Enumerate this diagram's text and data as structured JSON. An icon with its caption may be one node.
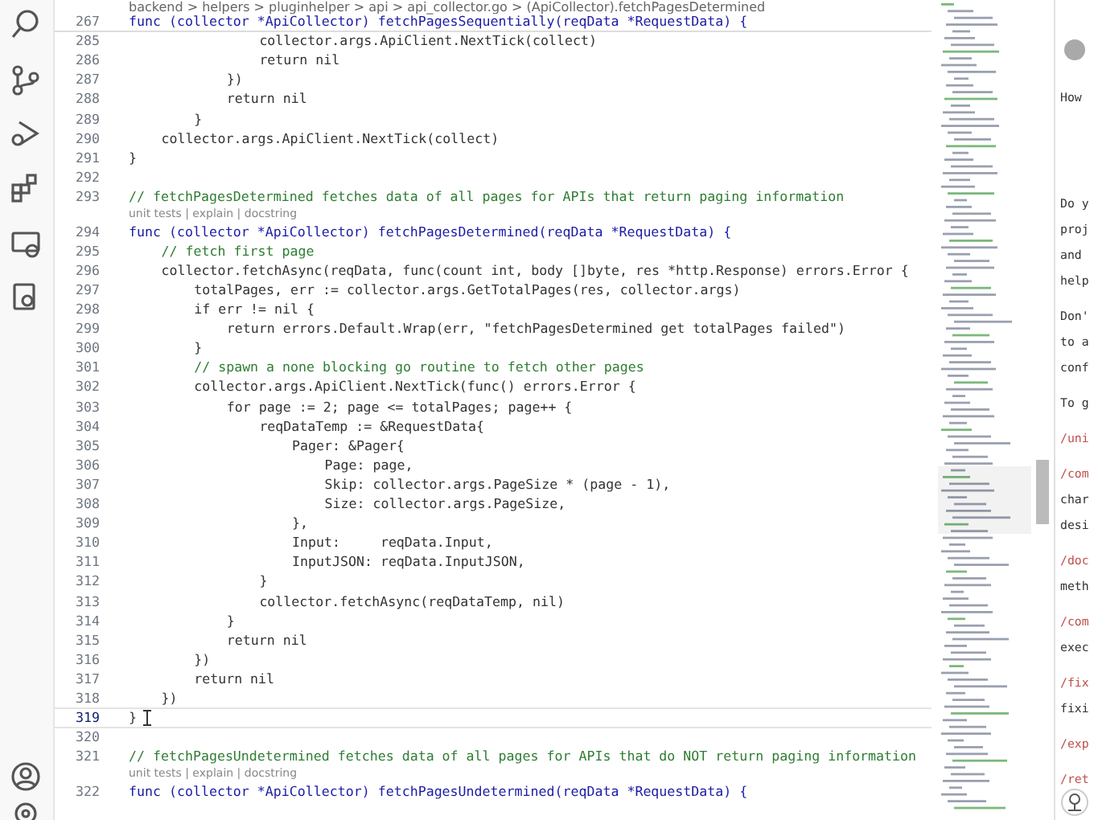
{
  "diagram": {
    "labels": [
      "backend > helpers > pluginhelper > api > api_collector.go > (ApiCollector).fetchPagesDetermined",
      "267",
      "func (collector *ApiCollector) fetchPagesSequentially(reqData *RequestData) {",
      "285",
      "collector.args.ApiClient.NextTick(collect)",
      "286",
      "return nil",
      "287",
      "})",
      "288",
      "return nil",
      "289",
      "}",
      "290",
      "collector.args.ApiClient.NextTick(collect)",
      "291",
      "}",
      "292",
      "293",
      "// fetchPagesDetermined fetches data of all pages for APIs that return paging information",
      "unit tests | explain | docstring",
      "294",
      "func (collector *ApiCollector) fetchPagesDetermined(reqData *RequestData) {",
      "295",
      "// fetch first page",
      "296",
      "collector.fetchAsync(reqData, func(count int, body []byte, res *http.Response) errors.Error {",
      "297",
      "totalPages, err := collector.args.GetTotalPages(res, collector.args)",
      "298",
      "if err != nil {",
      "299",
      "return errors.Default.Wrap(err, \"fetchPagesDetermined get totalPages failed\")",
      "300",
      "}",
      "301",
      "// spawn a none blocking go routine to fetch other pages",
      "302",
      "collector.args.ApiClient.NextTick(func() errors.Error {",
      "303",
      "for page := 2; page <= totalPages; page++ {",
      "304",
      "reqDataTemp := &RequestData{",
      "305",
      "Pager: &Pager{",
      "306",
      "Page: page,",
      "307",
      "Skip: collector.args.PageSize * (page - 1),",
      "308",
      "Size: collector.args.PageSize,",
      "309",
      "},",
      "310",
      "Input:     reqData.Input,",
      "311",
      "InputJSON: reqData.InputJSON,",
      "312",
      "}",
      "313",
      "collector.fetchAsync(reqDataTemp, nil)",
      "314",
      "}",
      "315",
      "return nil",
      "316",
      "})",
      "317",
      "return nil",
      "318",
      "})",
      "319",
      "}",
      "320",
      "321",
      "// fetchPagesUndetermined fetches data of all pages for APIs that do NOT return paging information",
      "unit tests | explain | docstring",
      "322",
      "func (collector *ApiCollector) fetchPagesUndetermined(reqData *RequestData) {",
      "How",
      "Do y",
      "proj",
      "and",
      "help",
      "Don'",
      "to a",
      "conf",
      "To g",
      "/uni",
      "/com",
      "char",
      "desi",
      "/doc",
      "meth",
      "/com",
      "exec",
      "/fix",
      "fixi",
      "/exp",
      "/ret"
    ]
  }
}
